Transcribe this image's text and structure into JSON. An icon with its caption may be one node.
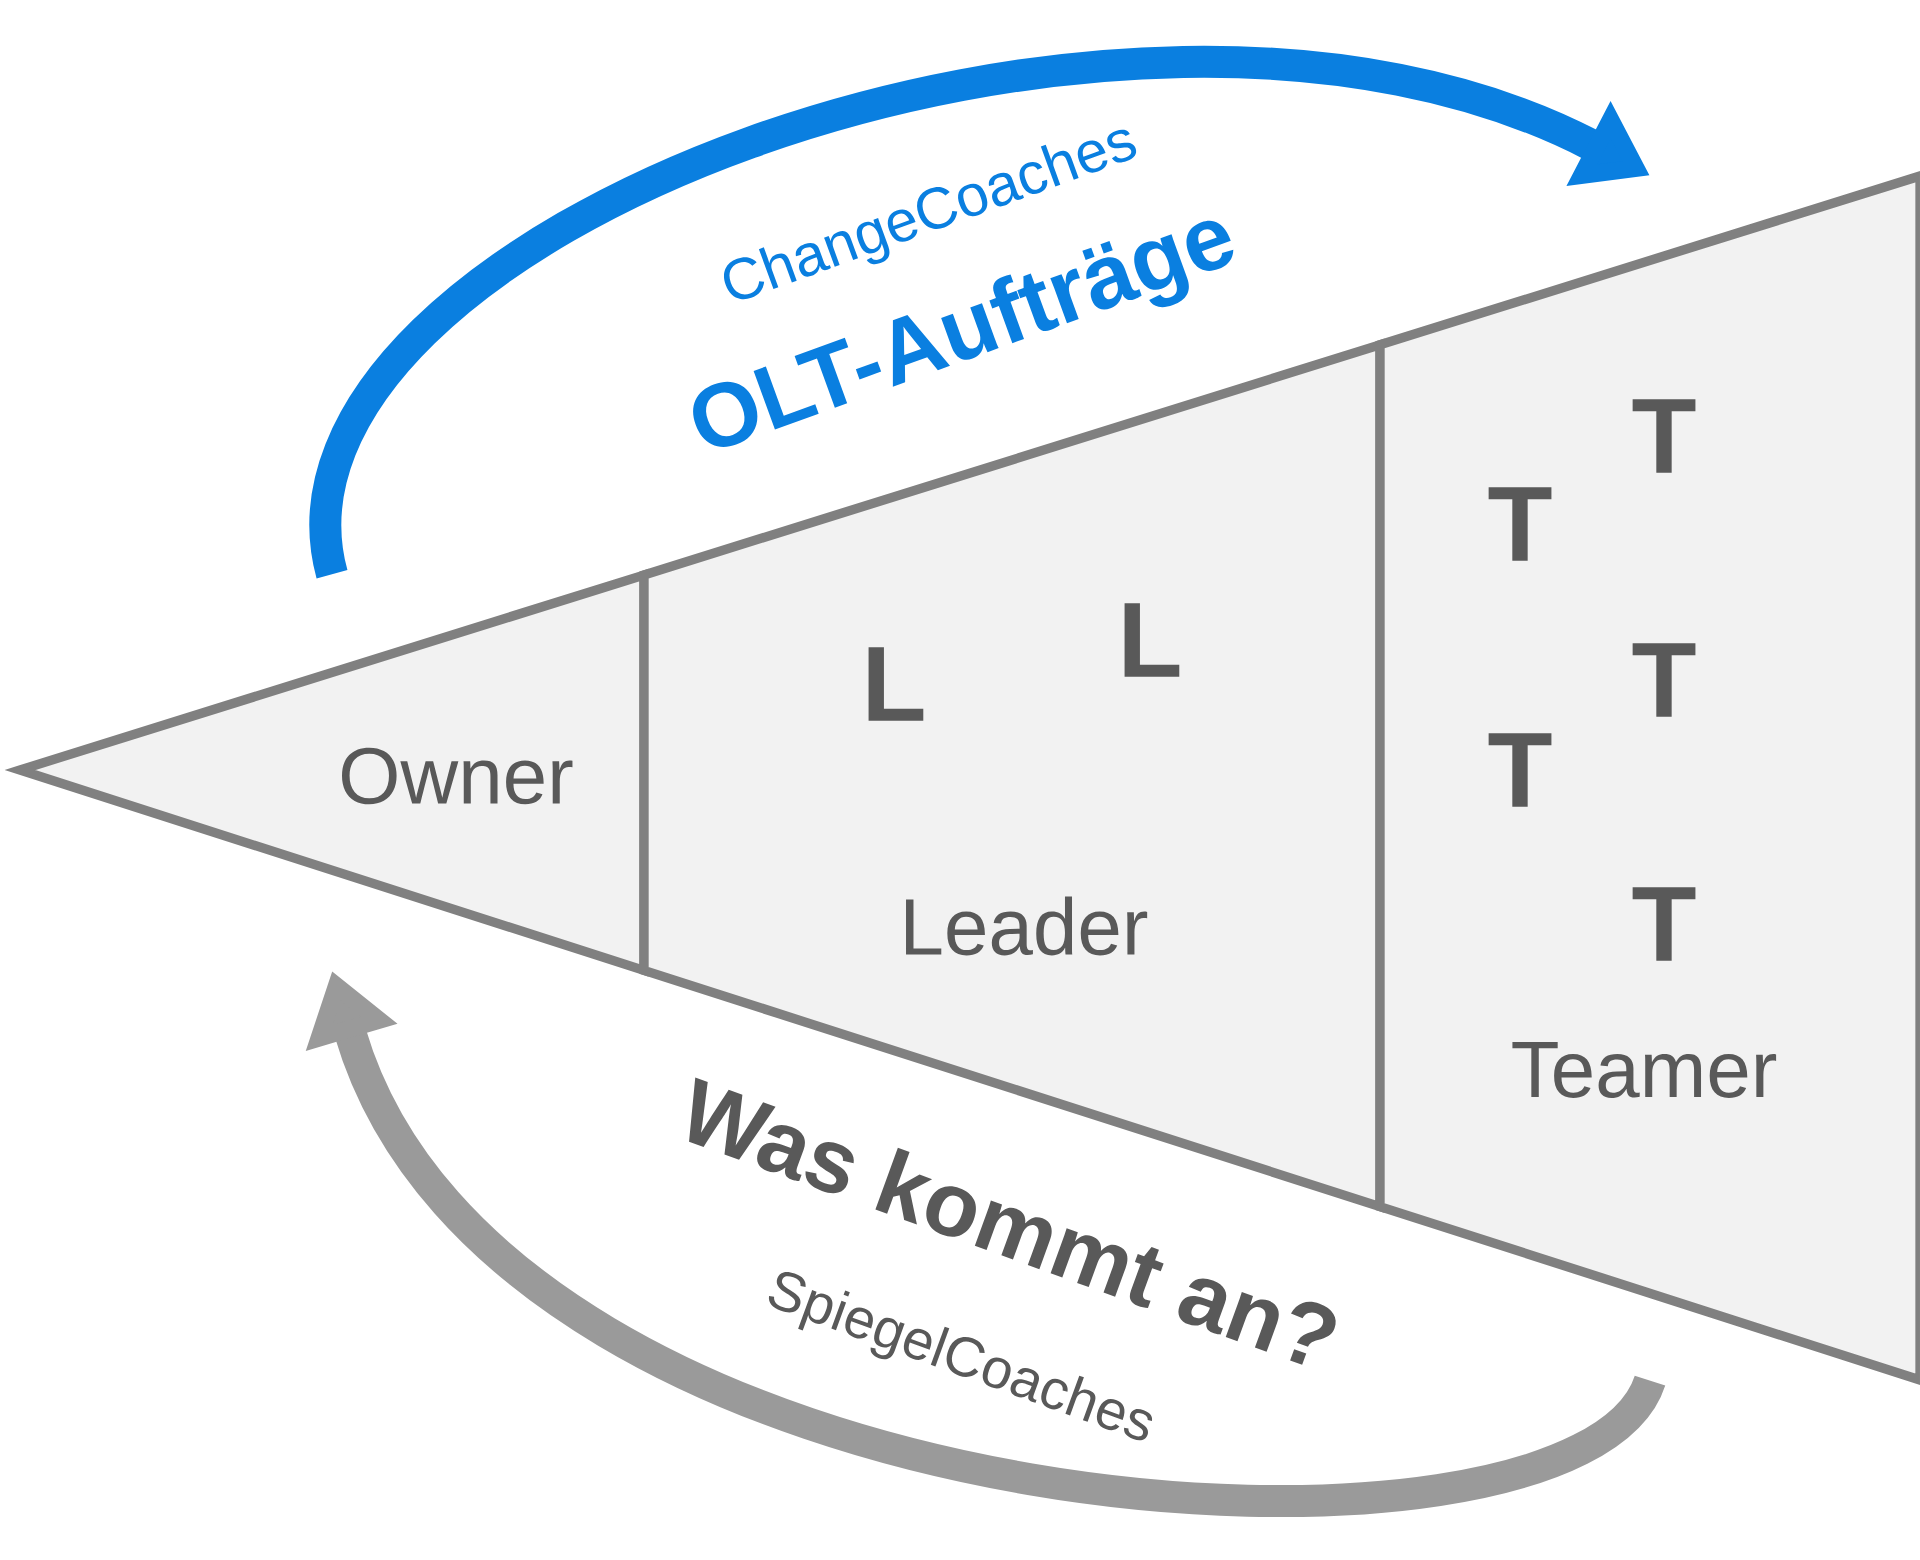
{
  "diagram": {
    "nodes": [
      {
        "text": [
          "Owner"
        ]
      },
      {
        "text": [
          "L",
          "L",
          "Leader"
        ]
      },
      {
        "text": [
          "T",
          "T",
          "T",
          "T",
          "T",
          "Teamer"
        ]
      }
    ],
    "edges": [
      {
        "from": 0,
        "to": 2,
        "arrow": "to",
        "color": "#0a7fe0"
      },
      {
        "from": 2,
        "to": 0,
        "arrow": "to",
        "color": "#9a9a9a"
      }
    ],
    "labels": [
      "ChangeCoaches",
      "OLT-Aufträge",
      "Was kommt an?",
      "SpiegelCoaches"
    ]
  }
}
